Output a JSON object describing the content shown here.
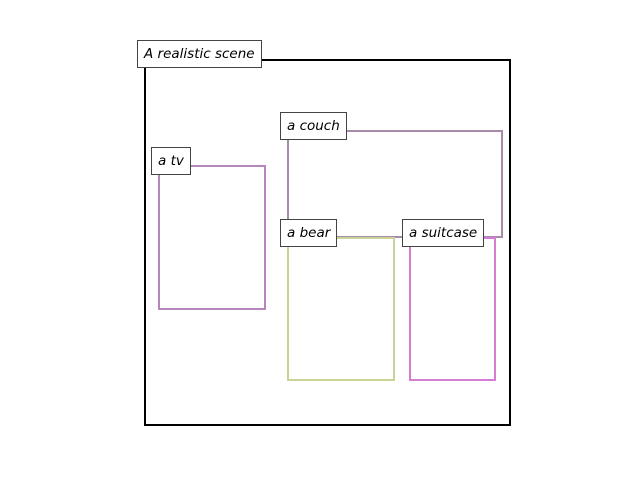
{
  "scene": {
    "caption": "A realistic scene"
  },
  "objects": [
    {
      "id": "couch",
      "label": "a couch",
      "color": "#a88bab"
    },
    {
      "id": "tv",
      "label": "a tv",
      "color": "#b586ba"
    },
    {
      "id": "bear",
      "label": "a bear",
      "color": "#c8d394"
    },
    {
      "id": "suitcase",
      "label": "a suitcase",
      "color": "#d57cd5"
    }
  ]
}
